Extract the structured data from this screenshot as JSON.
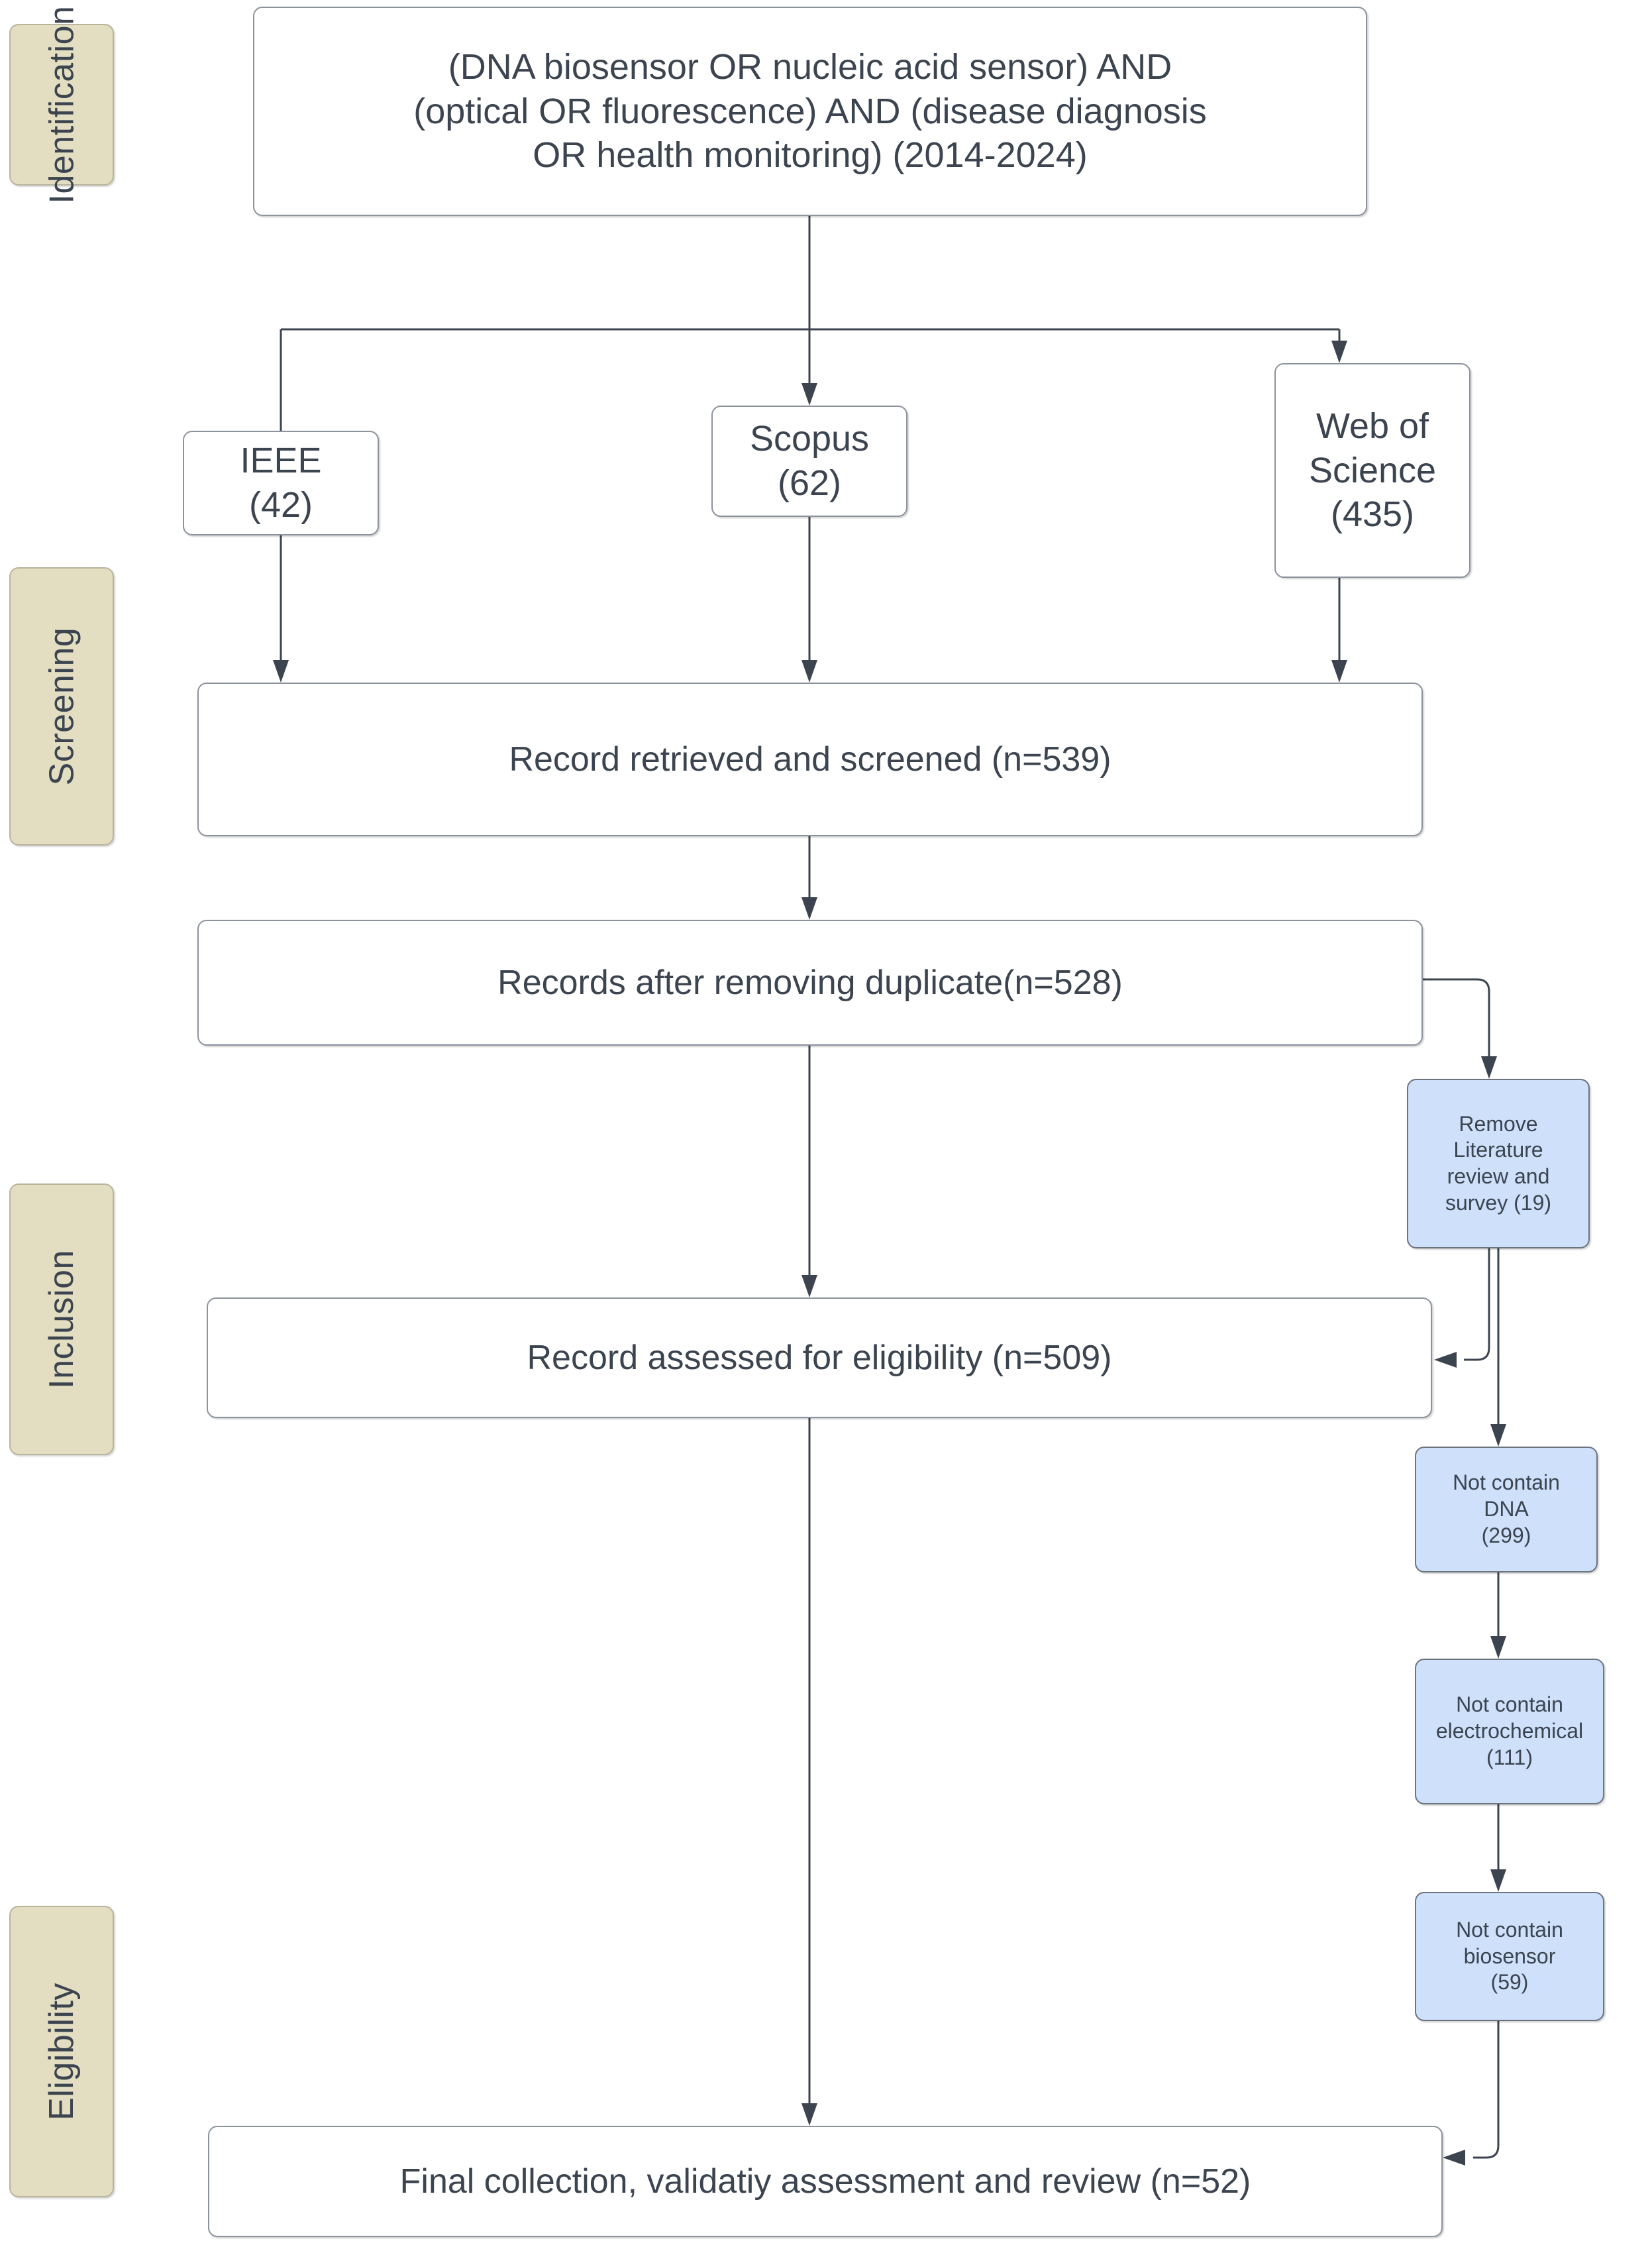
{
  "diagram": {
    "title": "PRISMA study selection flow diagram",
    "colors": {
      "stage_chip_fill": "#e3ddc1",
      "stage_chip_border": "#b9b49c",
      "node_fill": "#ffffff",
      "node_border": "#8d939d",
      "exclusion_fill": "#cfe0fb",
      "exclusion_border": "#6c7480",
      "text": "#3b444f",
      "connector": "#3b444f"
    }
  },
  "stages": [
    {
      "id": "identification",
      "label": "Identification"
    },
    {
      "id": "screening",
      "label": "Screening"
    },
    {
      "id": "inclusion",
      "label": "Inclusion"
    },
    {
      "id": "eligibility",
      "label": "Eligibility"
    }
  ],
  "nodes": {
    "query": {
      "label": "(DNA biosensor OR nucleic acid sensor) AND (optical OR fluorescence) AND (disease diagnosis OR health monitoring) (2014-2024)",
      "line1": "(DNA biosensor OR nucleic acid sensor) AND",
      "line2": "(optical OR fluorescence) AND (disease diagnosis",
      "line3": "OR health monitoring) (2014-2024)",
      "year_range": "2014-2024"
    },
    "ieee": {
      "name": "IEEE",
      "count": "(42)",
      "value": 42
    },
    "scopus": {
      "name": "Scopus",
      "count": "(62)",
      "value": 62
    },
    "wos": {
      "name": "Web of Science",
      "count": "(435)",
      "value": 435,
      "line1": "Web of",
      "line2": "Science"
    },
    "retrieved": {
      "label": "Record retrieved and screened (n=539)",
      "n": 539
    },
    "deduped": {
      "label": "Records after removing duplicate(n=528)",
      "n": 528
    },
    "eligibility": {
      "label": "Record assessed for eligibility (n=509)",
      "n": 509
    },
    "final": {
      "label": "Final collection, validatiy assessment and review (n=52)",
      "n": 52
    }
  },
  "exclusions": [
    {
      "id": "lit-review",
      "label": "Remove Literature review and survey (19)",
      "line1": "Remove",
      "line2": "Literature",
      "line3": "review and",
      "line4": "survey (19)",
      "count": 19
    },
    {
      "id": "no-dna",
      "label": "Not contain DNA (299)",
      "line1": "Not contain",
      "line2": "DNA",
      "line3": "(299)",
      "count": 299
    },
    {
      "id": "no-electrochemical",
      "label": "Not contain electrochemical (111)",
      "line1": "Not contain",
      "line2": "electrochemical",
      "line3": "(111)",
      "count": 111
    },
    {
      "id": "no-biosensor",
      "label": "Not contain biosensor (59)",
      "line1": "Not contain",
      "line2": "biosensor",
      "line3": "(59)",
      "count": 59
    }
  ]
}
